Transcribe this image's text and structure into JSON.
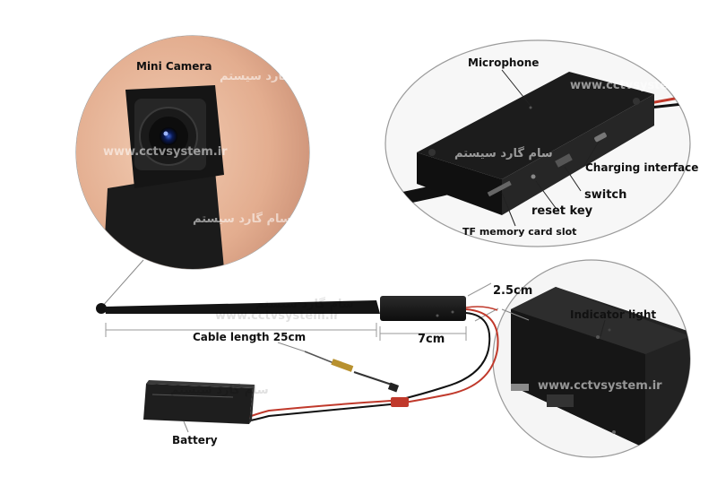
{
  "labels": {
    "mini_camera": "Mini Camera",
    "microphone": "Microphone",
    "charging_interface": "Charging interface",
    "switch": "switch",
    "reset_key": "reset key",
    "tf_slot": "TF memory card slot",
    "indicator_light": "Indicator light",
    "cable_length": "Cable length 25cm",
    "module_length": "7cm",
    "module_width": "2.5cm",
    "battery": "Battery"
  },
  "watermarks": {
    "url": "www.cctvsystem.ir",
    "arabic": "سام گارد سیستم"
  },
  "colors": {
    "module": "#1a1a1a",
    "wire_red": "#c0392b",
    "wire_black": "#111111",
    "connector": "#c0392b",
    "skin": "#e8b89b"
  }
}
